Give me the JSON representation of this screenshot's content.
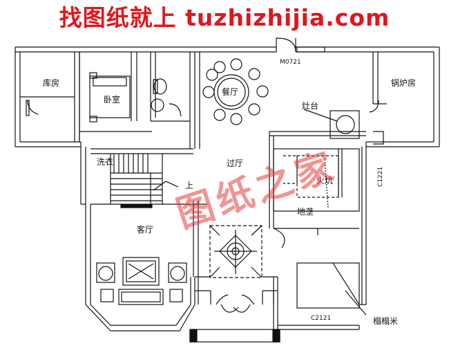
{
  "banner": {
    "text": "找图纸就上 tuzhizhijia.com",
    "color": "#e0161d"
  },
  "watermark": {
    "text": "图纸之家",
    "color": "#e63c3c"
  },
  "rooms": {
    "storage": "库房",
    "bedroom": "卧室",
    "dining": "餐厅",
    "boiler": "锅炉房",
    "stove": "灶台",
    "hall": "过厅",
    "laundry": "洗衣",
    "kitchen": "火炕",
    "pit": "地垄",
    "living": "客厅",
    "granary": "榻榻米",
    "stair_up": "上"
  },
  "codes": {
    "door_top": "M0721",
    "window_right": "C1221",
    "window_bottom": "C2121"
  }
}
